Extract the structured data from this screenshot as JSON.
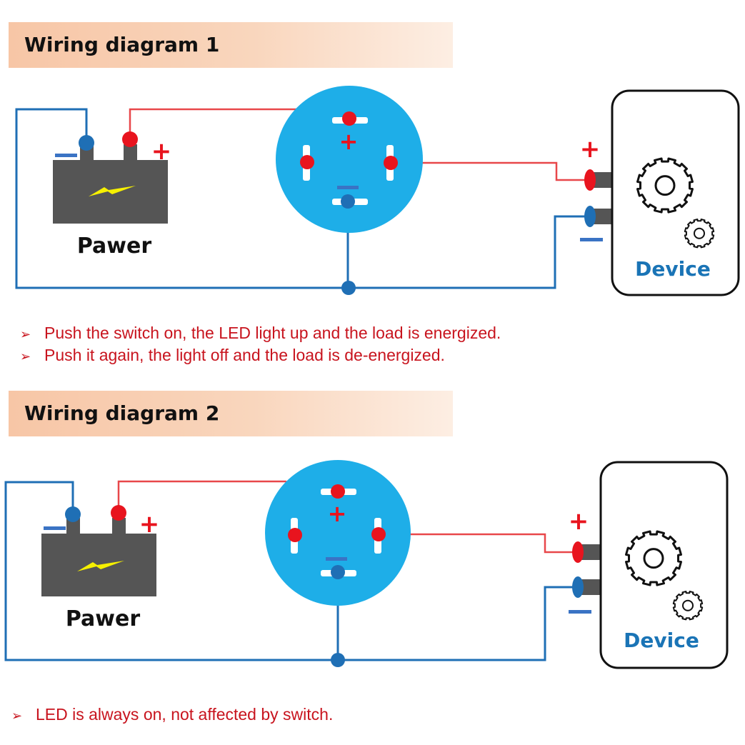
{
  "diagram1": {
    "title": "Wiring diagram 1",
    "power_label": "Pawer",
    "device_label": "Device",
    "plus_symbol": "+",
    "notes": [
      "Push the switch on, the LED light up and the load is energized.",
      "Push it again, the light off and the load is de-energized."
    ]
  },
  "diagram2": {
    "title": "Wiring diagram 2",
    "power_label": "Pawer",
    "device_label": "Device",
    "plus_symbol": "+",
    "notes": [
      "LED is always on, not affected by switch."
    ]
  },
  "bullet_symbol": "➢",
  "colors": {
    "positive_wire": "#e8474a",
    "negative_wire": "#1f6fb5",
    "switch_face": "#1eaee8",
    "battery": "#555555",
    "bolt": "#f6f000",
    "note_text": "#c8141e",
    "device_label": "#1a74b6"
  }
}
